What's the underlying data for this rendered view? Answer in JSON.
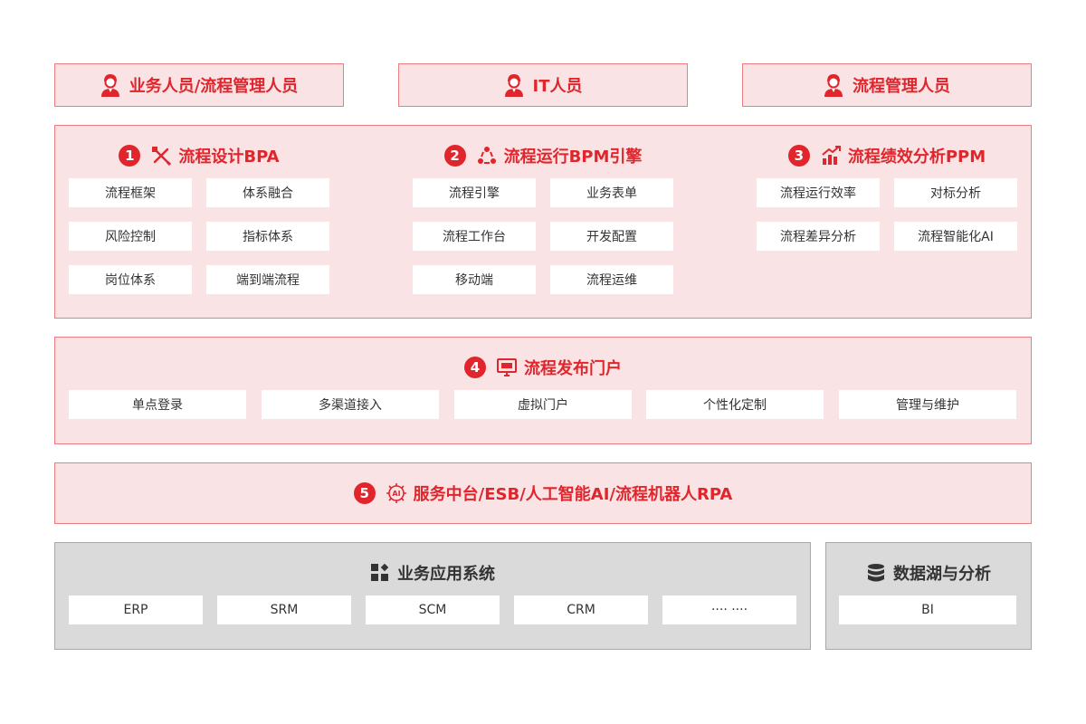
{
  "roles": [
    {
      "label": "业务人员/流程管理人员"
    },
    {
      "label": "IT人员"
    },
    {
      "label": "流程管理人员"
    }
  ],
  "design": {
    "number": "1",
    "title": "流程设计BPA",
    "items": [
      "流程框架",
      "体系融合",
      "风险控制",
      "指标体系",
      "岗位体系",
      "端到端流程"
    ]
  },
  "runtime": {
    "number": "2",
    "title": "流程运行BPM引擎",
    "items": [
      "流程引擎",
      "业务表单",
      "流程工作台",
      "开发配置",
      "移动端",
      "流程运维"
    ]
  },
  "performance": {
    "number": "3",
    "title": "流程绩效分析PPM",
    "items": [
      "流程运行效率",
      "对标分析",
      "流程差异分析",
      "流程智能化AI"
    ]
  },
  "portal": {
    "number": "4",
    "title": "流程发布门户",
    "items": [
      "单点登录",
      "多渠道接入",
      "虚拟门户",
      "个性化定制",
      "管理与维护"
    ]
  },
  "service": {
    "number": "5",
    "icon_text": "AI",
    "title": "服务中台/ESB/人工智能AI/流程机器人RPA"
  },
  "business_apps": {
    "title": "业务应用系统",
    "items": [
      "ERP",
      "SRM",
      "SCM",
      "CRM",
      "···· ····"
    ]
  },
  "data_lake": {
    "title": "数据湖与分析",
    "items": [
      "BI"
    ]
  },
  "colors": {
    "accent": "#e0252d",
    "panel": "#fae3e4",
    "panel_border": "#ec7c80",
    "gray_panel": "#dadada"
  }
}
